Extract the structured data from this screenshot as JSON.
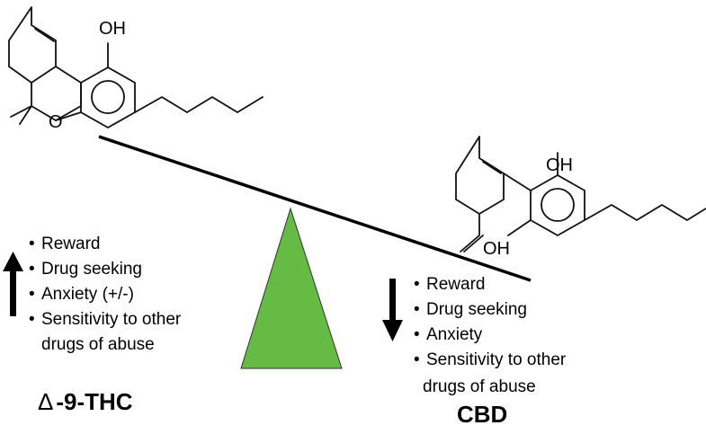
{
  "thc": {
    "caption": "-9-THC",
    "delta_symbol": "Δ",
    "structure_label": "OH",
    "structure_o": "O",
    "effects": [
      "Reward",
      "Drug seeking",
      "Anxiety (+/-)",
      "Sensitivity to other",
      "drugs of abuse"
    ],
    "arrow": "up"
  },
  "cbd": {
    "caption": "CBD",
    "structure_label_oh_top": "OH",
    "structure_label_oh_bottom": "OH",
    "effects": [
      "Reward",
      "Drug seeking",
      "Anxiety",
      "Sensitivity to other",
      "drugs of abuse"
    ],
    "arrow": "down"
  },
  "colors": {
    "fulcrum": "#66bb44",
    "fulcrum_edge": "#333333",
    "line": "#000000"
  }
}
